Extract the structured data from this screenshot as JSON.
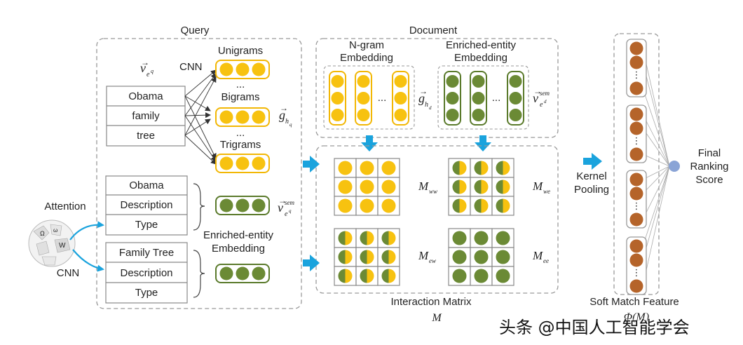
{
  "query": {
    "title": "Query",
    "vec_label": "v",
    "vec_sub": "e",
    "vec_sup": "q",
    "cnn_label": "CNN",
    "words": [
      "Obama",
      "family",
      "tree"
    ],
    "ngram_labels": {
      "unigrams": "Unigrams",
      "bigrams": "Bigrams",
      "trigrams": "Trigrams",
      "ellipsis": "..."
    },
    "g_label": "g",
    "g_sub": "h",
    "g_subsub": "q",
    "entity1_fields": [
      "Obama",
      "Description",
      "Type"
    ],
    "entity2_fields": [
      "Family Tree",
      "Description",
      "Type"
    ],
    "sem_label": "v",
    "sem_sup": "sem",
    "sem_sub": "e",
    "sem_subsup": "q",
    "enriched_label_line1": "Enriched-entity",
    "enriched_label_line2": "Embedding"
  },
  "left": {
    "attention": "Attention",
    "cnn": "CNN",
    "logo_glyphs": [
      "Ω",
      "W",
      "ω"
    ]
  },
  "document": {
    "title": "Document",
    "ngram_title_line1": "N-gram",
    "ngram_title_line2": "Embedding",
    "entity_title_line1": "Enriched-entity",
    "entity_title_line2": "Embedding",
    "ellipsis": "...",
    "g_label": "g",
    "g_sub": "h",
    "g_subsub": "d",
    "sem_label": "v",
    "sem_sup": "sem",
    "sem_sub": "e",
    "sem_subsup": "d"
  },
  "interaction": {
    "title": "Interaction Matrix",
    "symbol": "M",
    "matrices": [
      {
        "name": "M",
        "sub": "ww",
        "fill": "yellow"
      },
      {
        "name": "M",
        "sub": "we",
        "fill": "half-green-left"
      },
      {
        "name": "M",
        "sub": "ew",
        "fill": "half-green-left"
      },
      {
        "name": "M",
        "sub": "ee",
        "fill": "green"
      }
    ]
  },
  "kernel": {
    "line1": "Kernel",
    "line2": "Pooling"
  },
  "soft_match": {
    "title": "Soft Match Feature",
    "symbol": "Φ(M)",
    "ellipsis": "⋮"
  },
  "final": {
    "line1": "Final",
    "line2": "Ranking",
    "line3": "Score"
  },
  "watermark": "头条 @中国人工智能学会",
  "colors": {
    "yellow": "#f7c210",
    "yellow_border": "#f2b705",
    "green": "#6b8a35",
    "green_border": "#5a7a2b",
    "brown": "#b5642a",
    "arrow": "#1aa3dd",
    "node": "#8aa4d6",
    "dash": "#9a9a9a"
  }
}
